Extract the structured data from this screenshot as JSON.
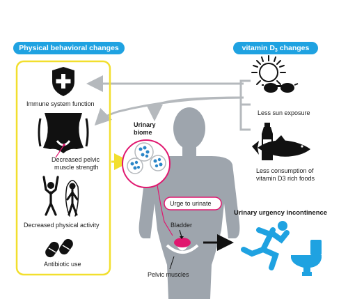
{
  "header": {
    "left_pill": "Physical behavioral changes",
    "right_pill_main": "vitamin D",
    "right_pill_sub": "3",
    "right_pill_rest": " changes"
  },
  "behaviors": {
    "immune": "Immune system function",
    "pelvic_line1": "Decreased pelvic",
    "pelvic_line2": "muscle strength",
    "activity": "Decreased physical activity",
    "antibiotic": "Antibiotic use"
  },
  "vitamin": {
    "sun": "Less sun exposure",
    "food_line1": "Less consumption of",
    "food_line2": "vitamin D3 rich foods"
  },
  "body": {
    "biome_line1": "Urinary",
    "biome_line2": "biome",
    "urge": "Urge to urinate",
    "bladder": "Bladder",
    "pelvic_muscles": "Pelvic muscles"
  },
  "outcome": {
    "title": "Urinary urgency incontinence"
  },
  "colors": {
    "blue": "#1fa2e1",
    "yellow": "#f2df2e",
    "magenta": "#e0176f",
    "body_gray": "#9ea5ad",
    "arrow_gray": "#b5b9bd",
    "microbe_blue": "#2a86c8"
  },
  "icons": [
    "shield-cross-icon",
    "torso-icon",
    "exercise-person-icon",
    "jump-rope-icon",
    "pills-icon",
    "sun-icon",
    "sunglasses-icon",
    "milk-bottle-icon",
    "fish-icon",
    "running-person-icon",
    "toilet-icon",
    "microbe-petri-icon"
  ]
}
